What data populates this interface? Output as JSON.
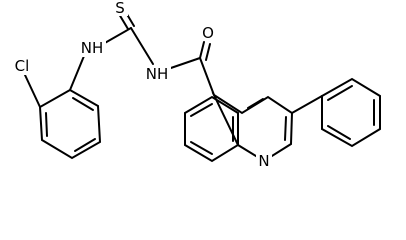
{
  "atoms": {
    "sulfur": "S",
    "oxygen": "O",
    "nh_thiourea": "NH",
    "nh_amide": "NH",
    "nitrogen_ring": "N",
    "chlorine": "Cl"
  }
}
